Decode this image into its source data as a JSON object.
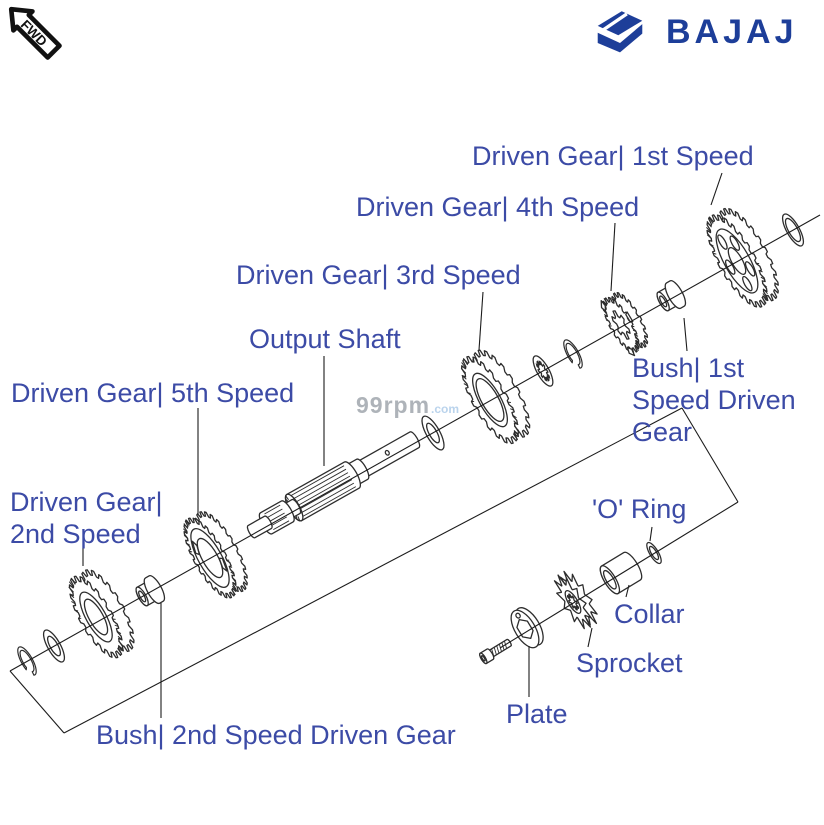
{
  "header": {
    "fwd_badge": "FWD",
    "brand": "BAJAJ"
  },
  "icons": {
    "fwd": "fwd-arrow-icon",
    "brand_mark": "bajaj-flying-b-icon"
  },
  "watermark": {
    "name": "99rpm",
    "tld": ".com"
  },
  "diagram": {
    "title": "Output Shaft gear train exploded view",
    "labels": [
      {
        "id": "driven-gear-1st",
        "text": "Driven Gear| 1st Speed"
      },
      {
        "id": "driven-gear-4th",
        "text": "Driven Gear| 4th Speed"
      },
      {
        "id": "driven-gear-3rd",
        "text": "Driven Gear| 3rd Speed"
      },
      {
        "id": "output-shaft",
        "text": "Output Shaft"
      },
      {
        "id": "driven-gear-5th",
        "text": "Driven Gear| 5th Speed"
      },
      {
        "id": "bush-1st-speed",
        "text": "Bush| 1st Speed Driven Gear"
      },
      {
        "id": "driven-gear-2nd",
        "text": "Driven Gear| 2nd Speed"
      },
      {
        "id": "o-ring",
        "text": "'O' Ring"
      },
      {
        "id": "collar",
        "text": "Collar"
      },
      {
        "id": "sprocket",
        "text": "Sprocket"
      },
      {
        "id": "plate",
        "text": "Plate"
      },
      {
        "id": "bush-2nd-speed",
        "text": "Bush| 2nd Speed Driven Gear"
      }
    ]
  }
}
